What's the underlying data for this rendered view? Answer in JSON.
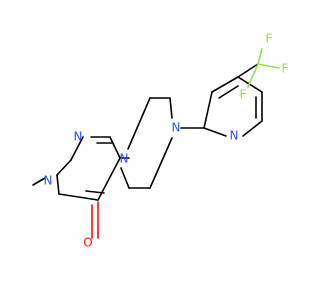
{
  "molecule": {
    "atoms": {
      "n_pyrimidine_top": {
        "symbol": "N",
        "color": "#3050f8"
      },
      "n_pyrimidine_methyl": {
        "symbol": "N",
        "color": "#3050f8"
      },
      "o_carbonyl": {
        "symbol": "O",
        "color": "#ff0d0d"
      },
      "n_piperazine_left": {
        "symbol": "N",
        "color": "#3050f8"
      },
      "n_piperazine_right": {
        "symbol": "N",
        "color": "#3050f8"
      },
      "n_pyridine": {
        "symbol": "N",
        "color": "#3050f8"
      },
      "f_top": {
        "symbol": "F",
        "color": "#90e050"
      },
      "f_right": {
        "symbol": "F",
        "color": "#90e050"
      },
      "f_bottom": {
        "symbol": "F",
        "color": "#90e050"
      }
    },
    "colors": {
      "bond": "#000000",
      "nitrogen": "#3050f8",
      "oxygen": "#ff0d0d",
      "fluorine": "#90e050",
      "background": "#ffffff"
    }
  }
}
